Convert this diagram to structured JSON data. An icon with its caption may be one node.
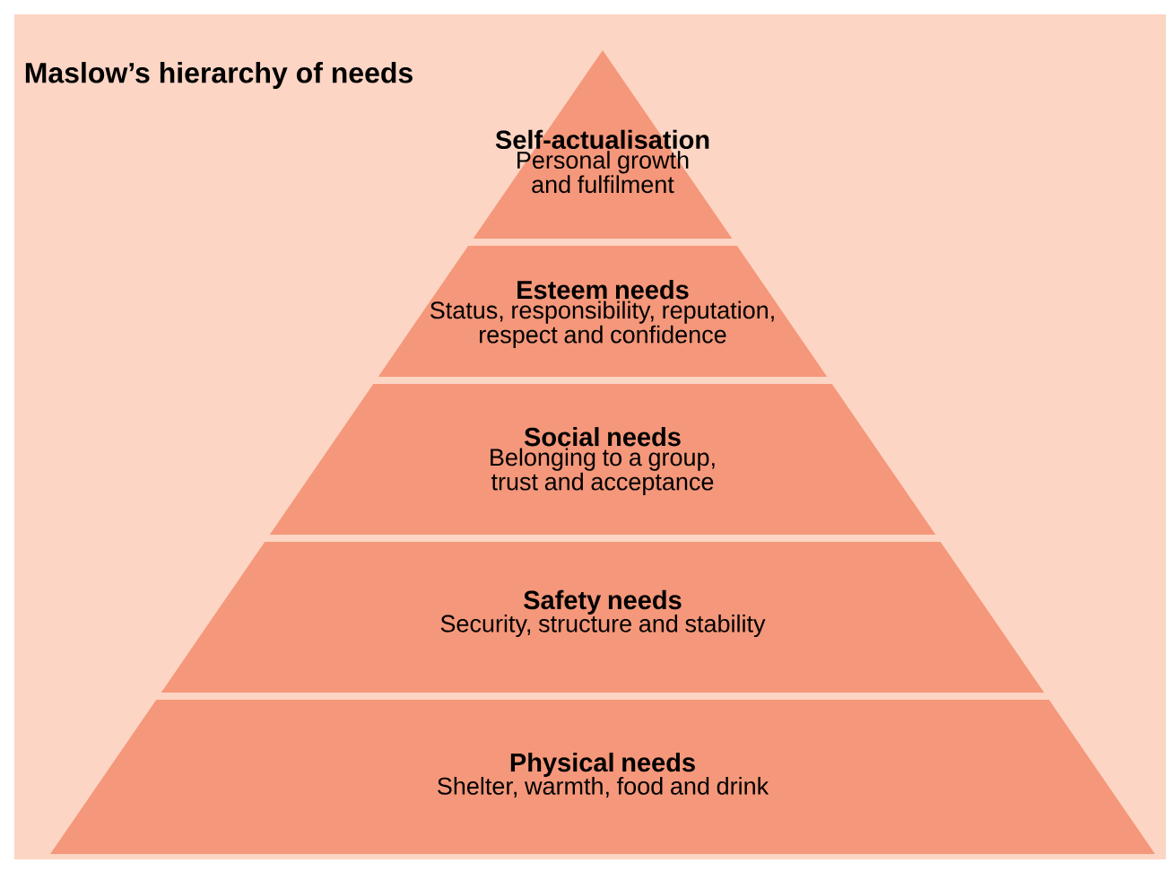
{
  "diagram": {
    "title": "Maslow’s hierarchy of needs",
    "nodes": [
      {
        "text": [
          "Self-actualisation",
          "Personal growth and fulfilment"
        ]
      },
      {
        "text": [
          "Esteem needs",
          "Status, responsibility, reputation, respect and confidence"
        ]
      },
      {
        "text": [
          "Social needs",
          "Belonging to a group, trust and acceptance"
        ]
      },
      {
        "text": [
          "Safety needs",
          "Security, structure and stability"
        ]
      },
      {
        "text": [
          "Physical needs",
          "Shelter, warmth, food and drink"
        ]
      }
    ]
  }
}
